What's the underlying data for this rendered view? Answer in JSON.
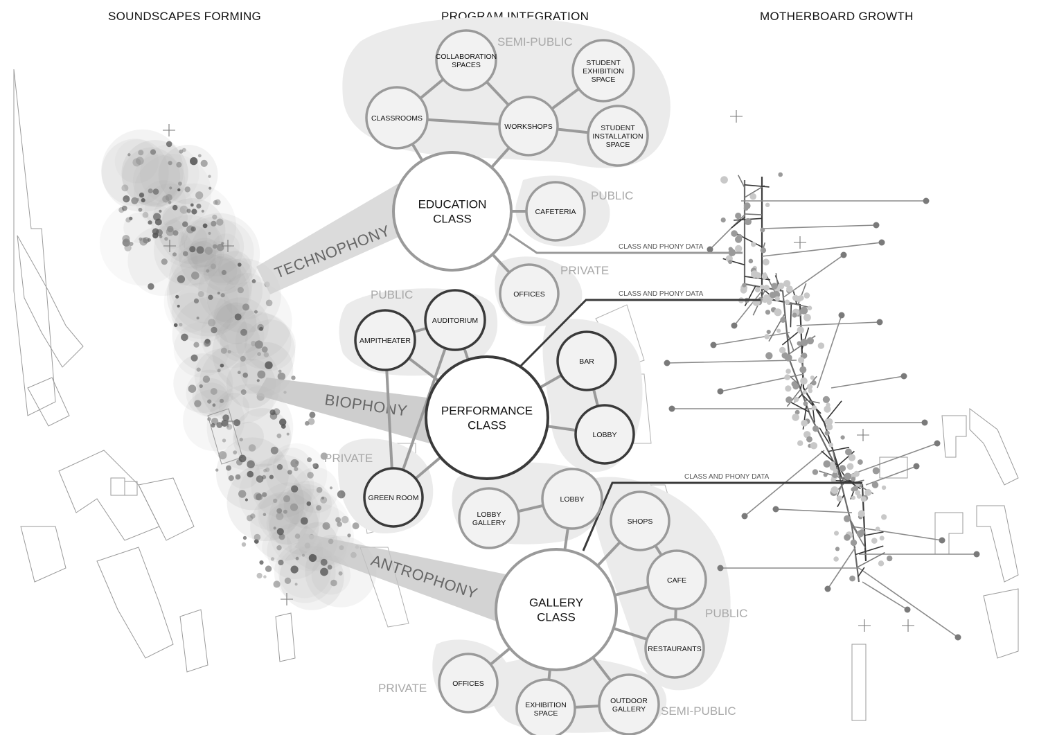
{
  "titles": {
    "left": "SOUNDSCAPES FORMING",
    "center": "PROGRAM INTEGRATION",
    "right": "MOTHERBOARD GROWTH"
  },
  "soundscapes": {
    "technophony": "TECHNOPHONY",
    "biophony": "BIOPHONY",
    "antrophony": "ANTROPHONY"
  },
  "zones": {
    "semi_public_top": "SEMI-PUBLIC",
    "public_edu": "PUBLIC",
    "private_edu": "PRIVATE",
    "public_perf": "PUBLIC",
    "private_perf": "PRIVATE",
    "public_gallery": "PUBLIC",
    "private_gallery": "PRIVATE",
    "semi_public_bottom": "SEMI-PUBLIC"
  },
  "data_labels": {
    "edu": "CLASS AND PHONY DATA",
    "perf": "CLASS AND PHONY DATA",
    "gallery": "CLASS AND PHONY DATA"
  },
  "classes": {
    "education": [
      "EDUCATION",
      "CLASS"
    ],
    "performance": [
      "PERFORMANCE",
      "CLASS"
    ],
    "gallery": [
      "GALLERY",
      "CLASS"
    ]
  },
  "nodes": {
    "collab": [
      "COLLABORATION",
      "SPACES"
    ],
    "classrooms": [
      "CLASSROOMS"
    ],
    "workshops": [
      "WORKSHOPS"
    ],
    "student_exhibition": [
      "STUDENT",
      "EXHIBITION",
      "SPACE"
    ],
    "student_installation": [
      "STUDENT",
      "INSTALLATION",
      "SPACE"
    ],
    "cafeteria": [
      "CAFETERIA"
    ],
    "offices_edu": [
      "OFFICES"
    ],
    "ampitheater": [
      "AMPITHEATER"
    ],
    "auditorium": [
      "AUDITORIUM"
    ],
    "green_room": [
      "GREEN ROOM"
    ],
    "bar": [
      "BAR"
    ],
    "lobby_perf": [
      "LOBBY"
    ],
    "lobby_gallery_node": [
      "LOBBY",
      "GALLERY"
    ],
    "lobby_gal": [
      "LOBBY"
    ],
    "shops": [
      "SHOPS"
    ],
    "cafe": [
      "CAFE"
    ],
    "restaurants": [
      "RESTAURANTS"
    ],
    "offices_gal": [
      "OFFICES"
    ],
    "exhibition": [
      "EXHIBITION",
      "SPACE"
    ],
    "outdoor_gallery": [
      "OUTDOOR",
      "GALLERY"
    ]
  },
  "colors": {
    "node_fill": "#f2f2f2",
    "zone_fill": "#ececec",
    "light_stroke": "#9a9a9a",
    "dark_stroke": "#3a3a3a"
  }
}
